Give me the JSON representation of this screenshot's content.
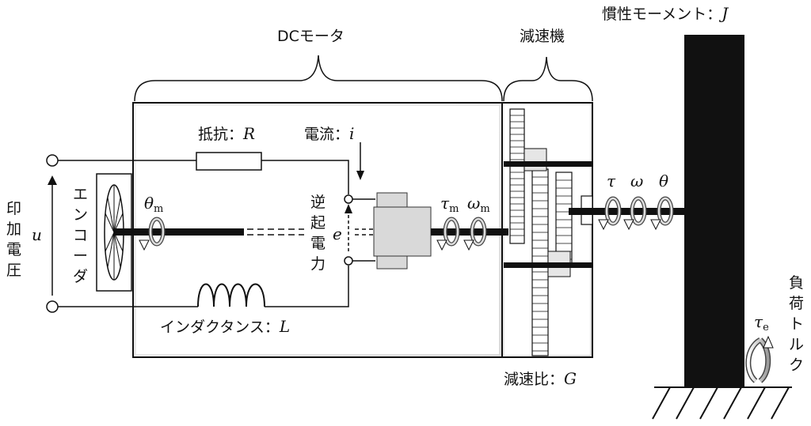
{
  "labels": {
    "dc_motor": "DCモータ",
    "reducer": "減速機",
    "inertia": "慣性モーメント：",
    "inertia_sym": "J",
    "resistor": "抵抗：",
    "resistor_sym": "R",
    "current": "電流：",
    "current_sym": "i",
    "back_emf": [
      "逆",
      "起",
      "電",
      "力"
    ],
    "back_emf_sym": "e",
    "inductance": "インダクタンス：",
    "inductance_sym": "L",
    "encoder": [
      "エ",
      "ン",
      "コ",
      "ー",
      "ダ"
    ],
    "voltage": [
      "印",
      "加",
      "電",
      "圧"
    ],
    "voltage_sym": "u",
    "gear_ratio": "減速比：",
    "gear_ratio_sym": "G",
    "load_torque": [
      "負",
      "荷",
      "ト",
      "ル",
      "ク"
    ],
    "theta_m": "θ",
    "tau_m": "τ",
    "omega_m": "ω",
    "sub_m": "m",
    "tau": "τ",
    "omega": "ω",
    "theta": "θ",
    "tau_e": "τ",
    "sub_e": "e"
  }
}
